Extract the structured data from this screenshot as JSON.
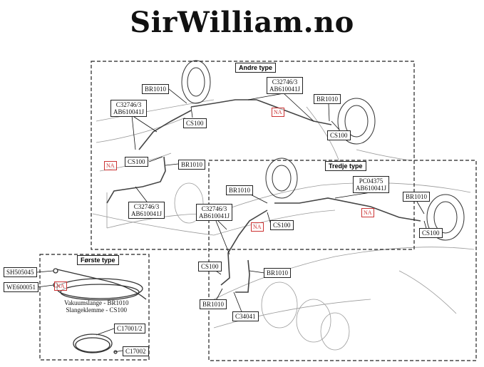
{
  "title": "SirWilliam.no",
  "sections": {
    "andre": "Andre type",
    "tredje": "Tredje type",
    "forste": "Første type"
  },
  "labels": {
    "andre_br_top": "BR1010",
    "andre_c_top_right_1": "C32746/3",
    "andre_c_top_right_2": "AB610041J",
    "andre_c_left_1": "C32746/3",
    "andre_c_left_2": "AB610041J",
    "andre_cs_mid": "CS100",
    "andre_br_right": "BR1010",
    "andre_cs_right": "CS100",
    "andre_cs_low": "CS100",
    "andre_br_low": "BR1010",
    "andre_c_bottom_1": "C32746/3",
    "andre_c_bottom_2": "AB610041J",
    "tredje_br_1": "BR1010",
    "tredje_pc_1": "PC04375",
    "tredje_pc_2": "AB610041J",
    "tredje_br_right": "BR1010",
    "tredje_c_1": "C32746/3",
    "tredje_c_2": "AB610041J",
    "tredje_cs_mid": "CS100",
    "tredje_cs_right": "CS100",
    "tredje_cs_left": "CS100",
    "tredje_br_mid": "BR1010",
    "tredje_br_low": "BR1010",
    "tredje_c34041": "C34041",
    "forste_sh": "SH505045",
    "forste_we": "WE600051",
    "forste_vac_1": "Vakuumslange - BR1010",
    "forste_vac_2": "Slangeklemme - CS100",
    "forste_c17001": "C17001/2",
    "forste_c17002": "C17002"
  },
  "na": "NA",
  "colors": {
    "na": "#cc3333",
    "line": "#222222"
  }
}
